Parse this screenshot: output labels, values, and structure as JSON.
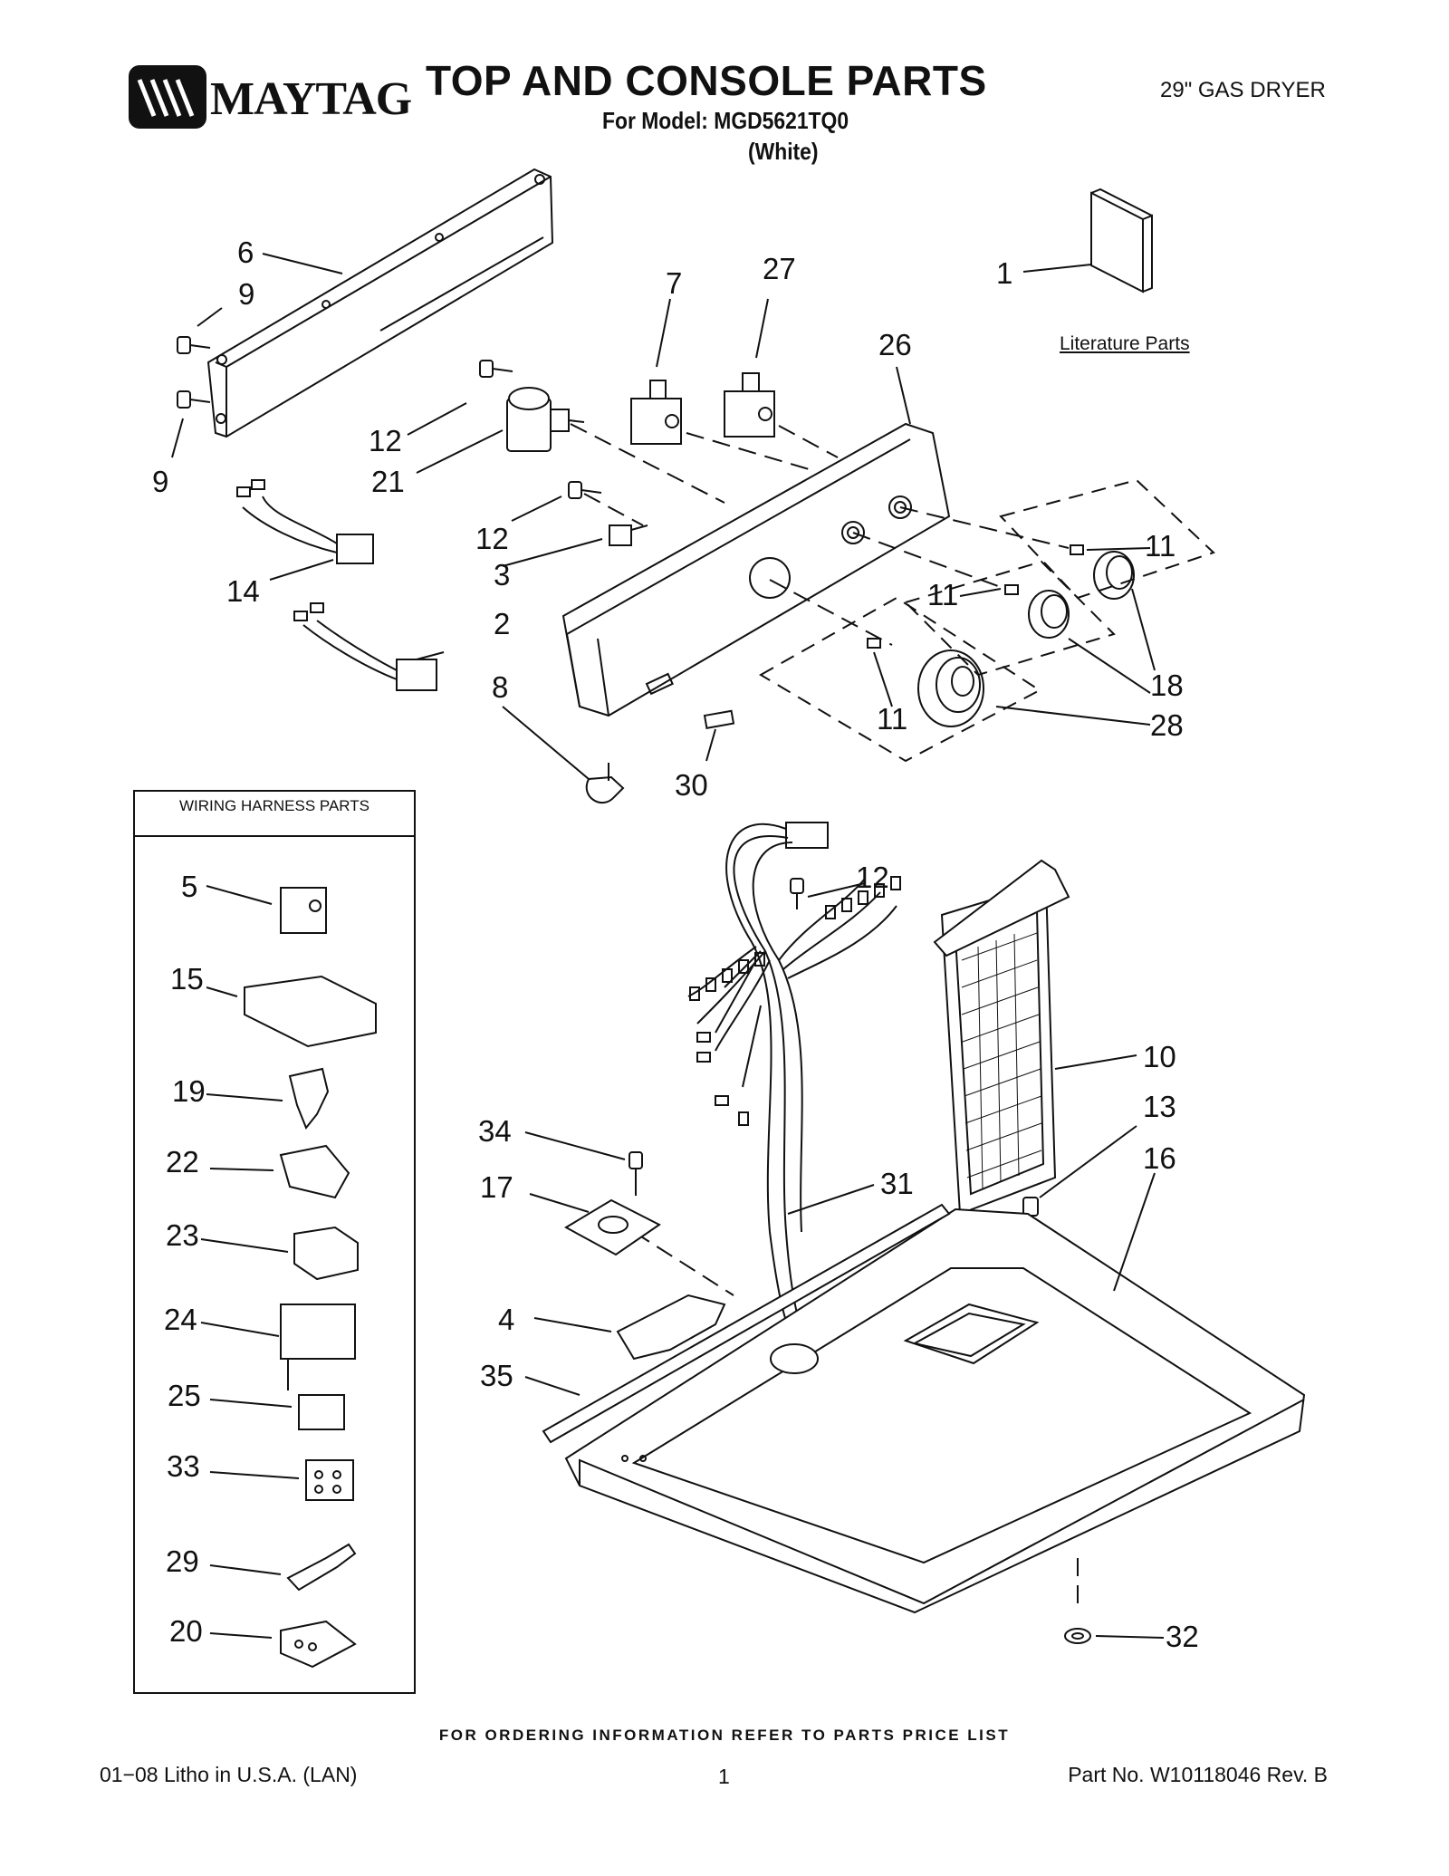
{
  "header": {
    "brand": "MAYTAG",
    "title": "TOP AND CONSOLE PARTS",
    "model_line": "For Model: MGD5621TQ0",
    "color_line": "(White)",
    "product": "29\" GAS DRYER"
  },
  "literature_label": "Literature Parts",
  "wiring_box_title": "WIRING HARNESS PARTS",
  "callouts": {
    "c1": "1",
    "c2": "2",
    "c3": "3",
    "c4": "4",
    "c5": "5",
    "c6": "6",
    "c7": "7",
    "c8": "8",
    "c9a": "9",
    "c9b": "9",
    "c10": "10",
    "c11a": "11",
    "c11b": "11",
    "c11c": "11",
    "c12a": "12",
    "c12b": "12",
    "c12c": "12",
    "c13": "13",
    "c14": "14",
    "c15": "15",
    "c16": "16",
    "c17": "17",
    "c18": "18",
    "c19": "19",
    "c20": "20",
    "c21": "21",
    "c22": "22",
    "c23": "23",
    "c24": "24",
    "c25": "25",
    "c26": "26",
    "c27": "27",
    "c28": "28",
    "c29": "29",
    "c30": "30",
    "c31": "31",
    "c32": "32",
    "c33": "33",
    "c34": "34",
    "c35": "35"
  },
  "footer": {
    "ordering_note": "FOR ORDERING INFORMATION REFER TO PARTS PRICE LIST",
    "litho": "01−08 Litho in U.S.A. (LAN)",
    "page": "1",
    "part_no": "Part No. W10118046 Rev. B"
  }
}
